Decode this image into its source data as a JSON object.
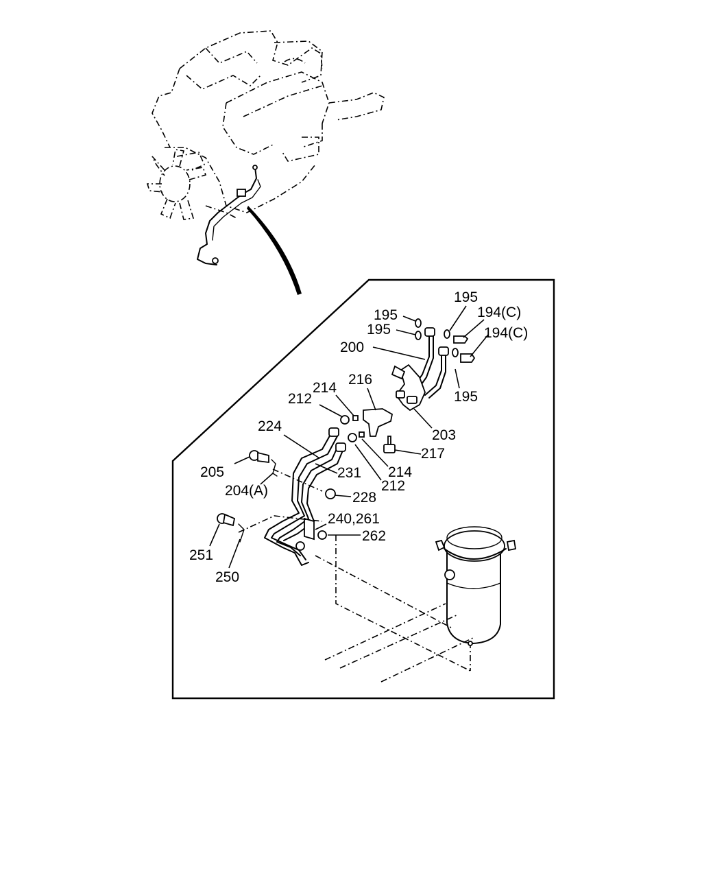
{
  "part_labels": {
    "p195a": "195",
    "p195b": "195",
    "p195c": "195",
    "p195d": "195",
    "p194c_a": "194(C)",
    "p194c_b": "194(C)",
    "p200": "200",
    "p216": "216",
    "p214a": "214",
    "p212a": "212",
    "p224": "224",
    "p203": "203",
    "p217": "217",
    "p205": "205",
    "p231": "231",
    "p214b": "214",
    "p204a": "204(A)",
    "p212b": "212",
    "p228": "228",
    "p240_261": "240,261",
    "p262": "262",
    "p251": "251",
    "p250": "250"
  }
}
